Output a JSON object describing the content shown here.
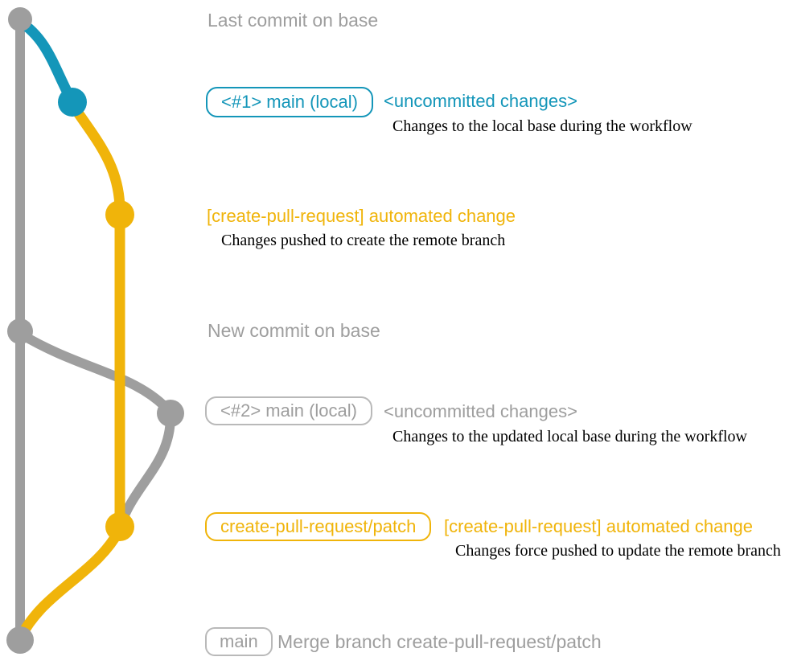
{
  "colors": {
    "gray": "#9e9e9e",
    "teal": "#1496b9",
    "yellow": "#f0b40a",
    "ink": "#000000"
  },
  "graph": {
    "type": "git-branch-diagram",
    "branches": [
      {
        "name": "base",
        "color": "#9e9e9e"
      },
      {
        "name": "main (local)",
        "color": "#1496b9"
      },
      {
        "name": "create-pull-request/patch",
        "color": "#f0b40a"
      }
    ],
    "commits": [
      {
        "label": "Last commit on base",
        "branch": "base",
        "color": "#9e9e9e"
      },
      {
        "label": "<#1> main (local) <uncommitted changes>",
        "branch": "main (local)",
        "color": "#1496b9"
      },
      {
        "label": "[create-pull-request] automated change",
        "branch": "create-pull-request/patch",
        "color": "#f0b40a"
      },
      {
        "label": "New commit on base",
        "branch": "base",
        "color": "#9e9e9e"
      },
      {
        "label": "<#2> main (local) <uncommitted changes>",
        "branch": "main (local)",
        "color": "#9e9e9e"
      },
      {
        "label": "[create-pull-request] automated change (force pushed)",
        "branch": "create-pull-request/patch",
        "color": "#f0b40a"
      },
      {
        "label": "Merge branch create-pull-request/patch",
        "branch": "base",
        "color": "#9e9e9e"
      }
    ]
  },
  "annotations": {
    "last_commit": "Last commit on base",
    "tag1": "<#1> main (local)",
    "uncommitted1": "<uncommitted changes>",
    "desc1": "Changes to the local base during the workflow",
    "automated1": "[create-pull-request] automated change",
    "desc2": "Changes pushed to create the remote branch",
    "new_commit": "New commit on base",
    "tag2": "<#2> main (local)",
    "uncommitted2": "<uncommitted changes>",
    "desc3": "Changes to the updated local base during the workflow",
    "tag_patch": "create-pull-request/patch",
    "automated2": "[create-pull-request] automated change",
    "desc4": "Changes force pushed to update the remote branch",
    "tag_main": "main",
    "merge_text": "Merge branch create-pull-request/patch"
  }
}
